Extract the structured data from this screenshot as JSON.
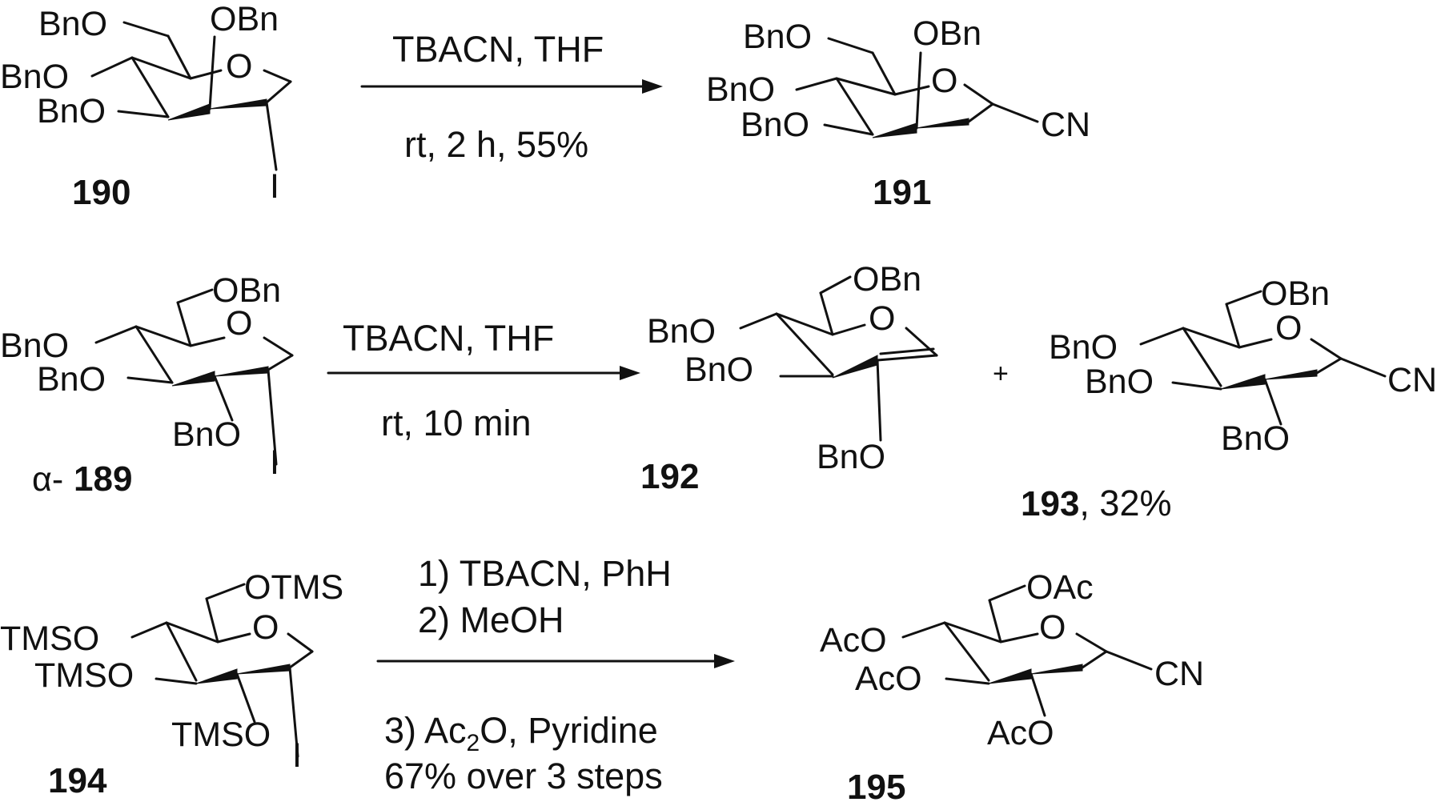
{
  "scheme": {
    "rxn1": {
      "reactant_id": "190",
      "product_id": "191",
      "conditions_top": "TBACN, THF",
      "conditions_bottom": "rt, 2 h, 55%"
    },
    "rxn2": {
      "reactant_prefix": "α-",
      "reactant_id": "189",
      "product_a_id": "192",
      "product_b_id": "193",
      "product_b_yield": ", 32%",
      "plus": "+",
      "conditions_top": "TBACN, THF",
      "conditions_bottom": "rt, 10 min"
    },
    "rxn3": {
      "reactant_id": "194",
      "product_id": "195",
      "step1": "1) TBACN, PhH",
      "step2": "2) MeOH",
      "step3_pre": "3) Ac",
      "step3_sub": "2",
      "step3_post": "O, Pyridine",
      "yield": "67% over 3 steps"
    }
  },
  "groups": {
    "OBn": "OBn",
    "BnO": "BnO",
    "O": "O",
    "I": "I",
    "CN": "CN",
    "OTMS": "OTMS",
    "TMSO": "TMSO",
    "OAc": "OAc",
    "AcO": "AcO"
  }
}
